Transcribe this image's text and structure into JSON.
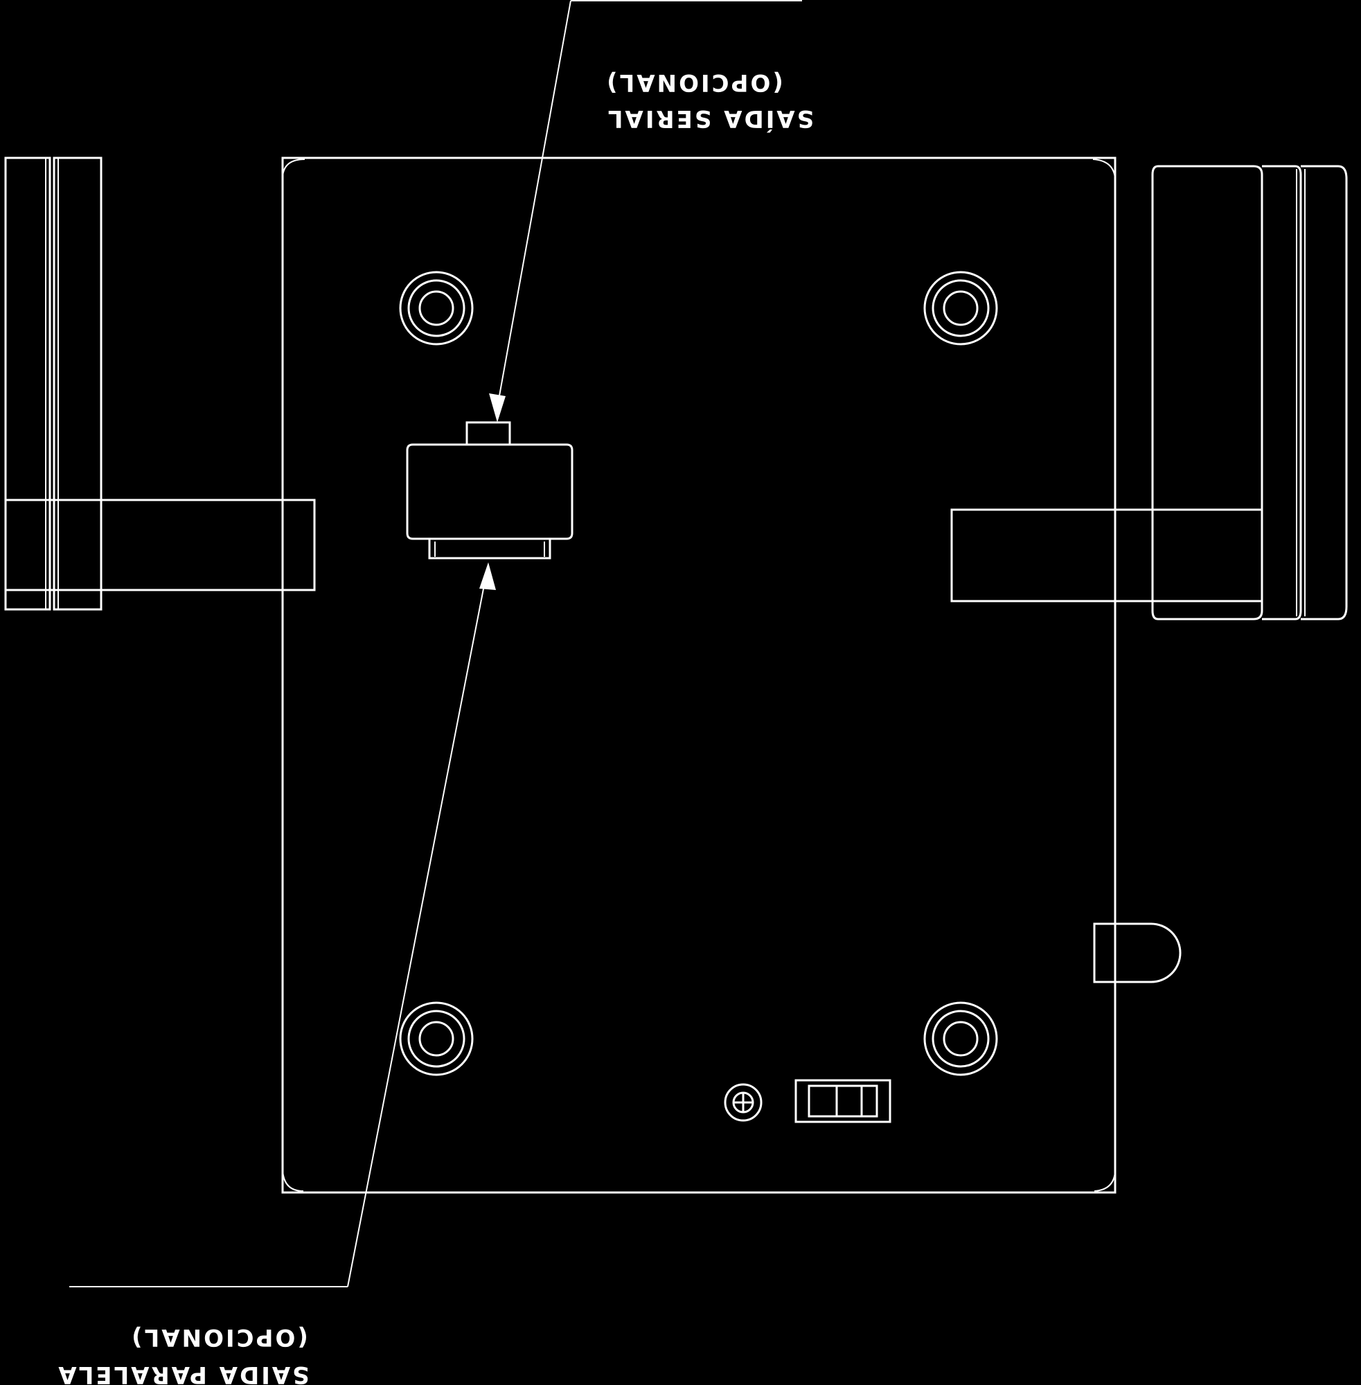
{
  "labels": {
    "serial_name": "SAÍDA SERIAL",
    "serial_optional": "(OPCIONAL)",
    "parallel_name": "SAÍDA PARALELA",
    "parallel_optional": "(OPCIONAL)"
  },
  "colors": {
    "background": "#000000",
    "line": "#ffffff"
  }
}
